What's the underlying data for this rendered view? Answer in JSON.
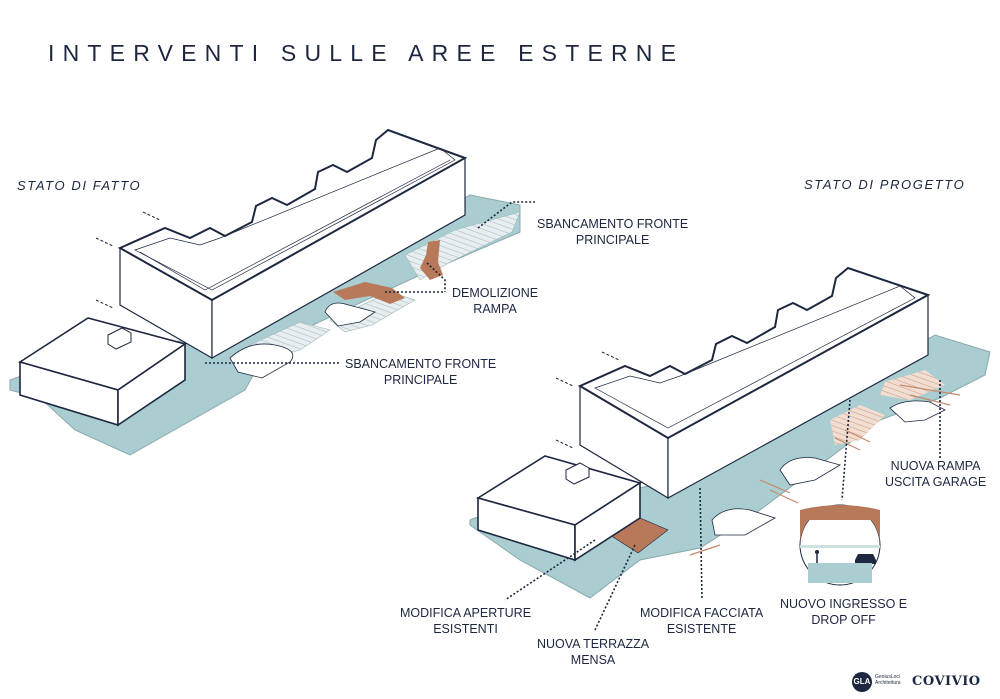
{
  "title": "INTERVENTI SULLE AREE ESTERNE",
  "left_section": "STATO DI FATTO",
  "right_section": "STATO DI PROGETTO",
  "callouts": {
    "sbancamento_top": [
      "SBANCAMENTO FRONTE",
      "PRINCIPALE"
    ],
    "demolizione": [
      "DEMOLIZIONE",
      "RAMPA"
    ],
    "sbancamento_bottom": [
      "SBANCAMENTO FRONTE",
      "PRINCIPALE"
    ],
    "nuova_rampa": [
      "NUOVA RAMPA",
      "USCITA GARAGE"
    ],
    "nuovo_ingresso": [
      "NUOVO INGRESSO E",
      "DROP OFF"
    ],
    "modifica_aperture": [
      "MODIFICA APERTURE",
      "ESISTENTI"
    ],
    "modifica_facciata": [
      "MODIFICA FACCIATA",
      "ESISTENTE"
    ],
    "nuova_terrazza": [
      "NUOVA TERRAZZA",
      "MENSA"
    ]
  },
  "logos": {
    "gla": "GLA",
    "gla_sub": [
      "GeniusLoci",
      "Architettura"
    ],
    "covivio": "COVIVIO"
  },
  "colors": {
    "ground": "#a9cdd0",
    "accent": "#b8795a",
    "line": "#1d2740"
  }
}
